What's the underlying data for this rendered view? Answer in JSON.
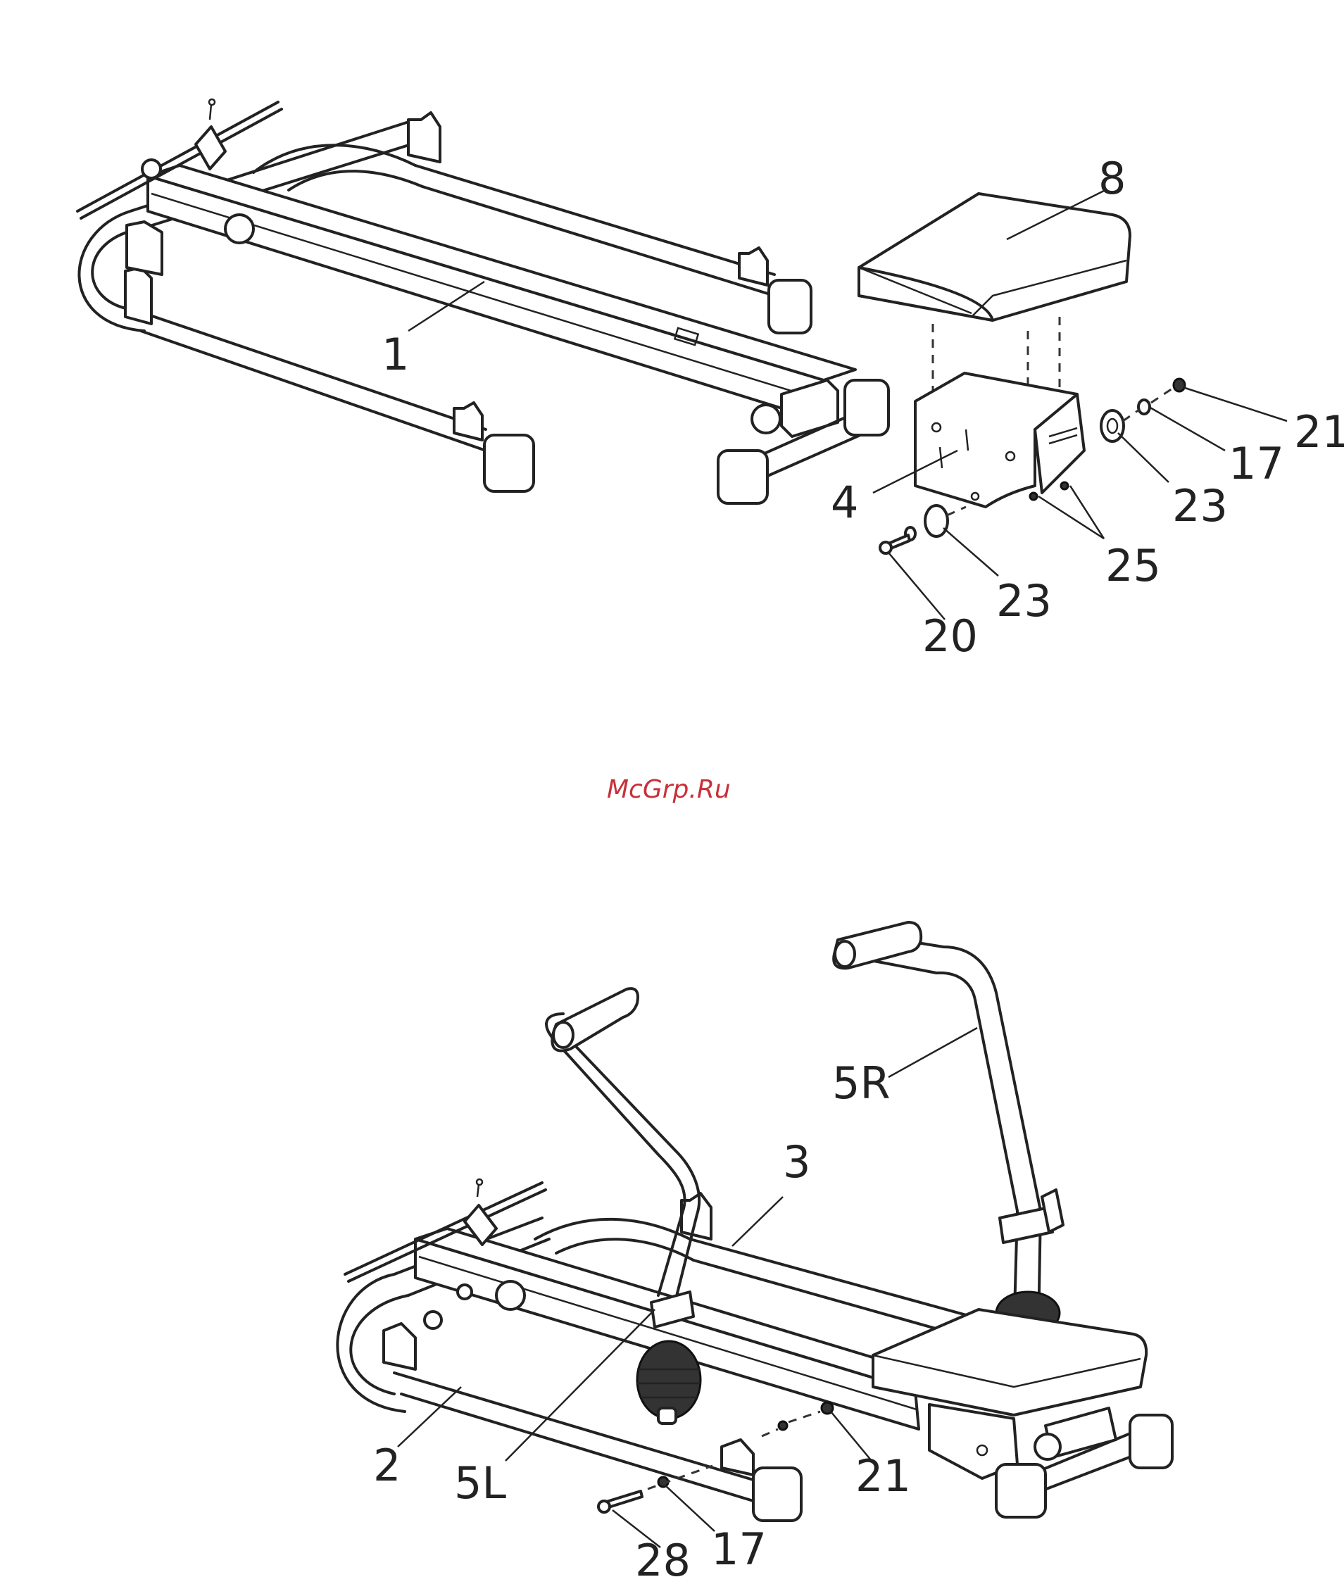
{
  "watermark": "McGrp.Ru",
  "figure_top": {
    "labels": [
      "1",
      "8",
      "4",
      "21",
      "17",
      "23",
      "25",
      "23",
      "20"
    ]
  },
  "figure_bottom": {
    "labels": [
      "5R",
      "3",
      "2",
      "5L",
      "21",
      "28",
      "17"
    ]
  }
}
